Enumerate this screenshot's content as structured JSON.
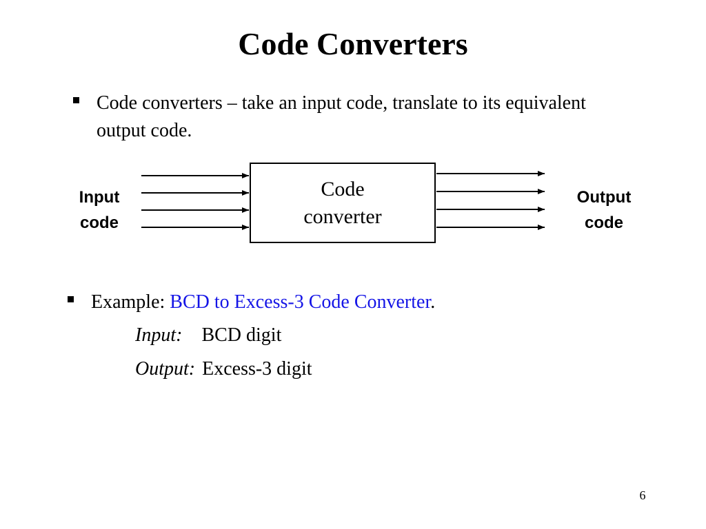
{
  "slide": {
    "title": "Code Converters",
    "bullets": [
      {
        "text": "Code converters – take an input code, translate to its equivalent output code."
      },
      {
        "prefix": "Example: ",
        "highlight": "BCD to Excess-3 Code Converter",
        "suffix": "."
      }
    ],
    "sub_items": [
      {
        "label": "Input:",
        "value": "BCD digit"
      },
      {
        "label": "Output:",
        "value": "Excess-3 digit"
      }
    ],
    "diagram": {
      "input_label": [
        "Input",
        "code"
      ],
      "output_label": [
        "Output",
        "code"
      ],
      "box_label": [
        "Code",
        "converter"
      ]
    },
    "page_number": "6"
  },
  "colors": {
    "accent": "#1515e6",
    "text": "#000000",
    "background": "#ffffff"
  }
}
